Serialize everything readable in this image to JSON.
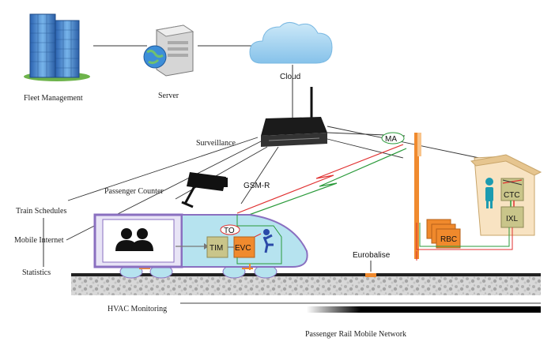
{
  "labels": {
    "fleet_management": "Fleet Management",
    "server": "Server",
    "cloud": "Cloud",
    "surveillance": "Surveillance",
    "passenger_counter": "Passenger Counter",
    "gsm_r": "GSM-R",
    "ma": "MA",
    "train_schedules": "Train Schedules",
    "mobile_internet": "Mobile Internet",
    "statistics": "Statistics",
    "to": "TO",
    "tim": "TIM",
    "evc": "EVC",
    "rbc": "RBC",
    "ctc": "CTC",
    "ixl": "IXL",
    "eurobalise": "Eurobalise",
    "hvac_monitoring": "HVAC Monitoring",
    "footer_title": "Passenger Rail Mobile Network"
  },
  "colors": {
    "building_blue": "#3f7fc8",
    "cloud_blue": "#9fd0ef",
    "train_body": "#b6e3ef",
    "train_outline": "#8a6fc0",
    "evc_orange": "#f08a2e",
    "tim_olive": "#c9c58a",
    "signal_red": "#e03030",
    "signal_green": "#2a9a3a",
    "rbc_orange": "#f0892c",
    "station_beige": "#f8e3c2"
  },
  "icons": {
    "building": "office-building-icon",
    "server": "server-globe-icon",
    "cloud": "cloud-icon",
    "router": "wireless-router-icon",
    "camera": "surveillance-camera-icon",
    "passengers": "passengers-silhouette-icon",
    "driver": "train-driver-icon",
    "person": "station-operator-icon"
  }
}
